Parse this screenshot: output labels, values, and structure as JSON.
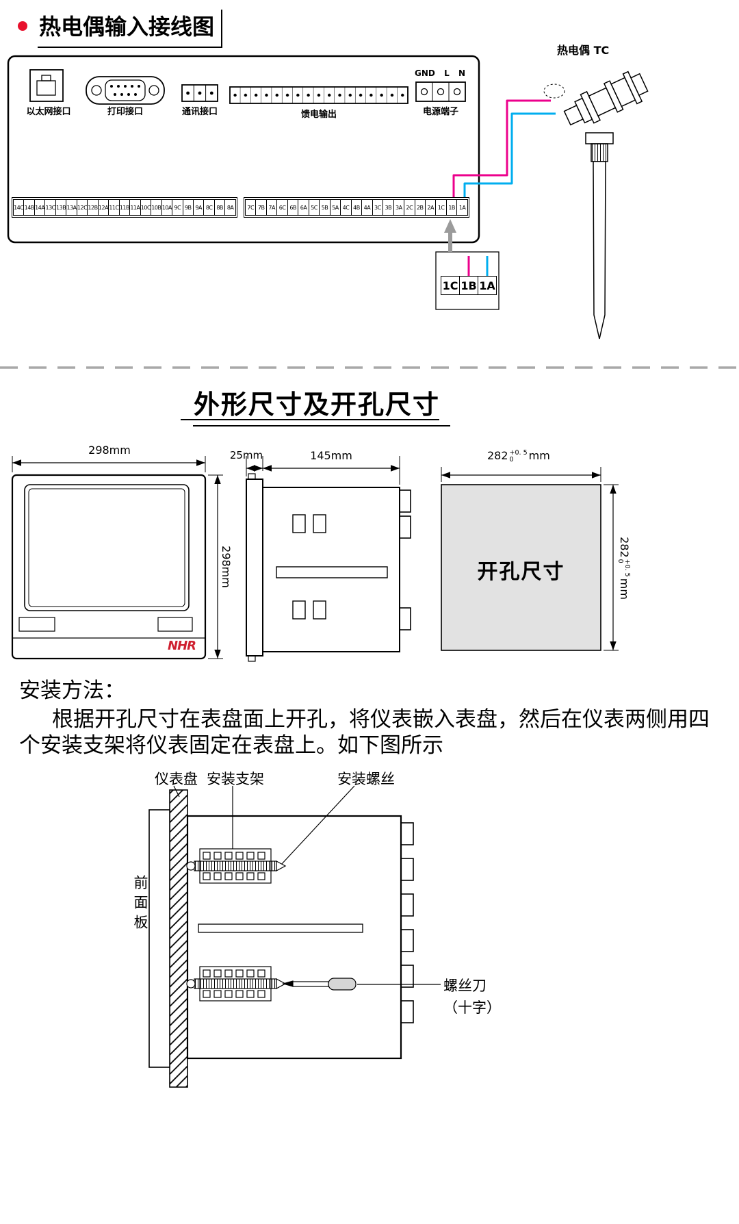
{
  "colors": {
    "magenta": "#ec008c",
    "cyan": "#00aeef",
    "red": "#e8112d",
    "gray_fill": "#e2e2e2",
    "arrow_gray": "#9b9b9b"
  },
  "wiring": {
    "title": "热电偶输入接线图",
    "tc_label": "热电偶 TC",
    "ports": {
      "ethernet": "以太网接口",
      "printer": "打印接口",
      "comm": "通讯接口",
      "feed_output": "馈电输出",
      "power": "电源端子"
    },
    "power_pins": [
      "GND",
      "L",
      "N"
    ],
    "terminals_left": [
      "14C",
      "14B",
      "14A",
      "13C",
      "13B",
      "13A",
      "12C",
      "12B",
      "12A",
      "11C",
      "11B",
      "11A",
      "10C",
      "10B",
      "10A",
      "9C",
      "9B",
      "9A",
      "8C",
      "8B",
      "8A"
    ],
    "terminals_right": [
      "7C",
      "7B",
      "7A",
      "6C",
      "6B",
      "6A",
      "5C",
      "5B",
      "5A",
      "4C",
      "4B",
      "4A",
      "3C",
      "3B",
      "3A",
      "2C",
      "2B",
      "2A",
      "1C",
      "1B",
      "1A"
    ],
    "zoom_terminals": [
      "1C",
      "1B",
      "1A"
    ]
  },
  "dimensions": {
    "title": "外形尺寸及开孔尺寸",
    "front_width": "298mm",
    "front_height": "298mm",
    "flange_depth": "25mm",
    "body_depth": "145mm",
    "cutout_label": "开孔尺寸",
    "cutout_value": "282",
    "cutout_tol_plus": "+0. 5",
    "cutout_tol_zero": "0",
    "cutout_unit": "mm",
    "logo": "NHR"
  },
  "install": {
    "heading": "安装方法：",
    "line1": "根据开孔尺寸在表盘面上开孔，将仪表嵌入表盘，然后在仪表两侧用四",
    "line2": "个安装支架将仪表固定在表盘上。如下图所示",
    "label_dashboard": "仪表盘",
    "label_bracket": "安装支架",
    "label_screw": "安装螺丝",
    "label_front_panel": "前面板",
    "label_screwdriver": "螺丝刀",
    "label_cross": "（十字）"
  }
}
